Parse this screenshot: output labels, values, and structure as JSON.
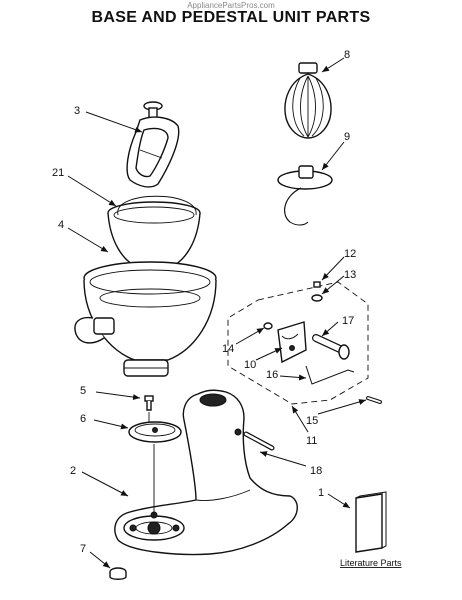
{
  "watermark": "AppliancePartsPros.com",
  "title": "BASE AND PEDESTAL UNIT PARTS",
  "literature_label": "Literature Parts",
  "callouts": {
    "c1": "1",
    "c2": "2",
    "c3": "3",
    "c4": "4",
    "c5": "5",
    "c6": "6",
    "c7": "7",
    "c8": "8",
    "c9": "9",
    "c10": "10",
    "c11": "11",
    "c12": "12",
    "c13": "13",
    "c14": "14",
    "c15": "15",
    "c16": "16",
    "c17": "17",
    "c18": "18",
    "c21": "21"
  }
}
